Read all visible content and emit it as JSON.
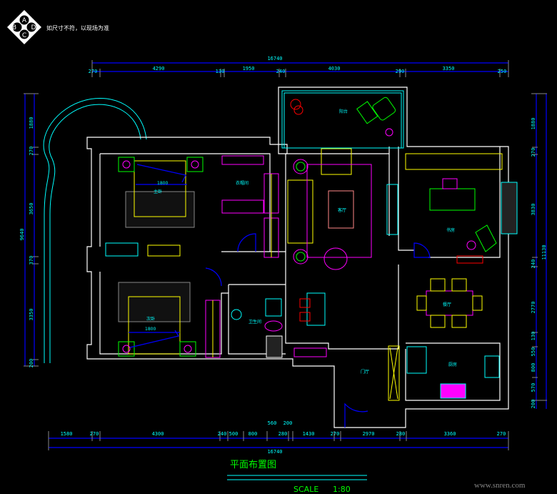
{
  "legend": {
    "compass_letters": [
      "A",
      "B",
      "C",
      "D"
    ],
    "note": "如尺寸不符，以现场为准"
  },
  "dimensions": {
    "top_total": "16740",
    "top_segments": [
      "270",
      "4290",
      "130",
      "1950",
      "240",
      "4030",
      "290",
      "3350",
      "250"
    ],
    "bottom_total": "16740",
    "bottom_segments": [
      "1580",
      "270",
      "4300",
      "240",
      "500",
      "800",
      "280",
      "1430",
      "270",
      "2970",
      "280",
      "3360",
      "270"
    ],
    "bottom_extra": [
      "560",
      "200"
    ],
    "left_total": "9640",
    "left_segments": [
      "1880",
      "270",
      "3650",
      "370",
      "3350",
      "200"
    ],
    "right_total": "11130",
    "right_segments": [
      "1880",
      "270",
      "3830",
      "240",
      "2770",
      "130",
      "550",
      "800",
      "570",
      "200"
    ]
  },
  "rooms": {
    "balcony": "阳台",
    "master_bedroom": "主卧",
    "bed_size_1": "1800",
    "walk_in_closet": "衣帽间",
    "living_room": "客厅",
    "study": "书房",
    "second_bedroom": "次卧",
    "bed_size_2": "1800",
    "bathroom": "卫生间",
    "dining_room": "餐厅",
    "kitchen": "厨房",
    "foyer": "门厅"
  },
  "title": {
    "name": "平面布置图",
    "scale_label": "SCALE",
    "scale_value": "1:80"
  },
  "watermark": "www.snren.com",
  "colors": {
    "wall": "#ffffff",
    "dimension_line": "#0000ff",
    "dimension_text": "#00ffff",
    "title": "#00ff00"
  }
}
